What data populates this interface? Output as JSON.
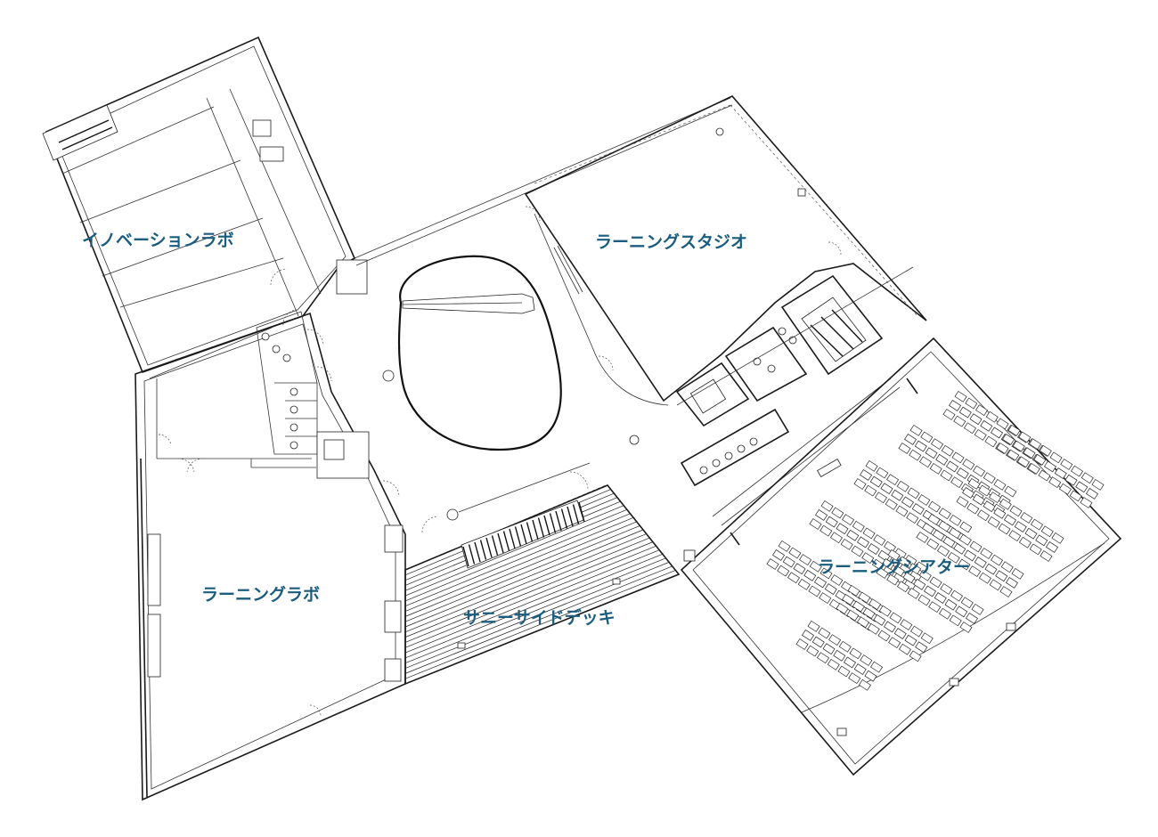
{
  "floor_plan": {
    "rooms": [
      {
        "id": "innovation-lab",
        "label": "イノベーションラボ"
      },
      {
        "id": "learning-studio",
        "label": "ラーニングスタジオ"
      },
      {
        "id": "learning-lab",
        "label": "ラーニングラボ"
      },
      {
        "id": "sunny-side-deck",
        "label": "サニーサイドデッキ"
      },
      {
        "id": "learning-theater",
        "label": "ラーニングシアター"
      }
    ],
    "colors": {
      "label": "#1b5d7f",
      "line": "#1a1a1a",
      "background": "#ffffff"
    }
  }
}
